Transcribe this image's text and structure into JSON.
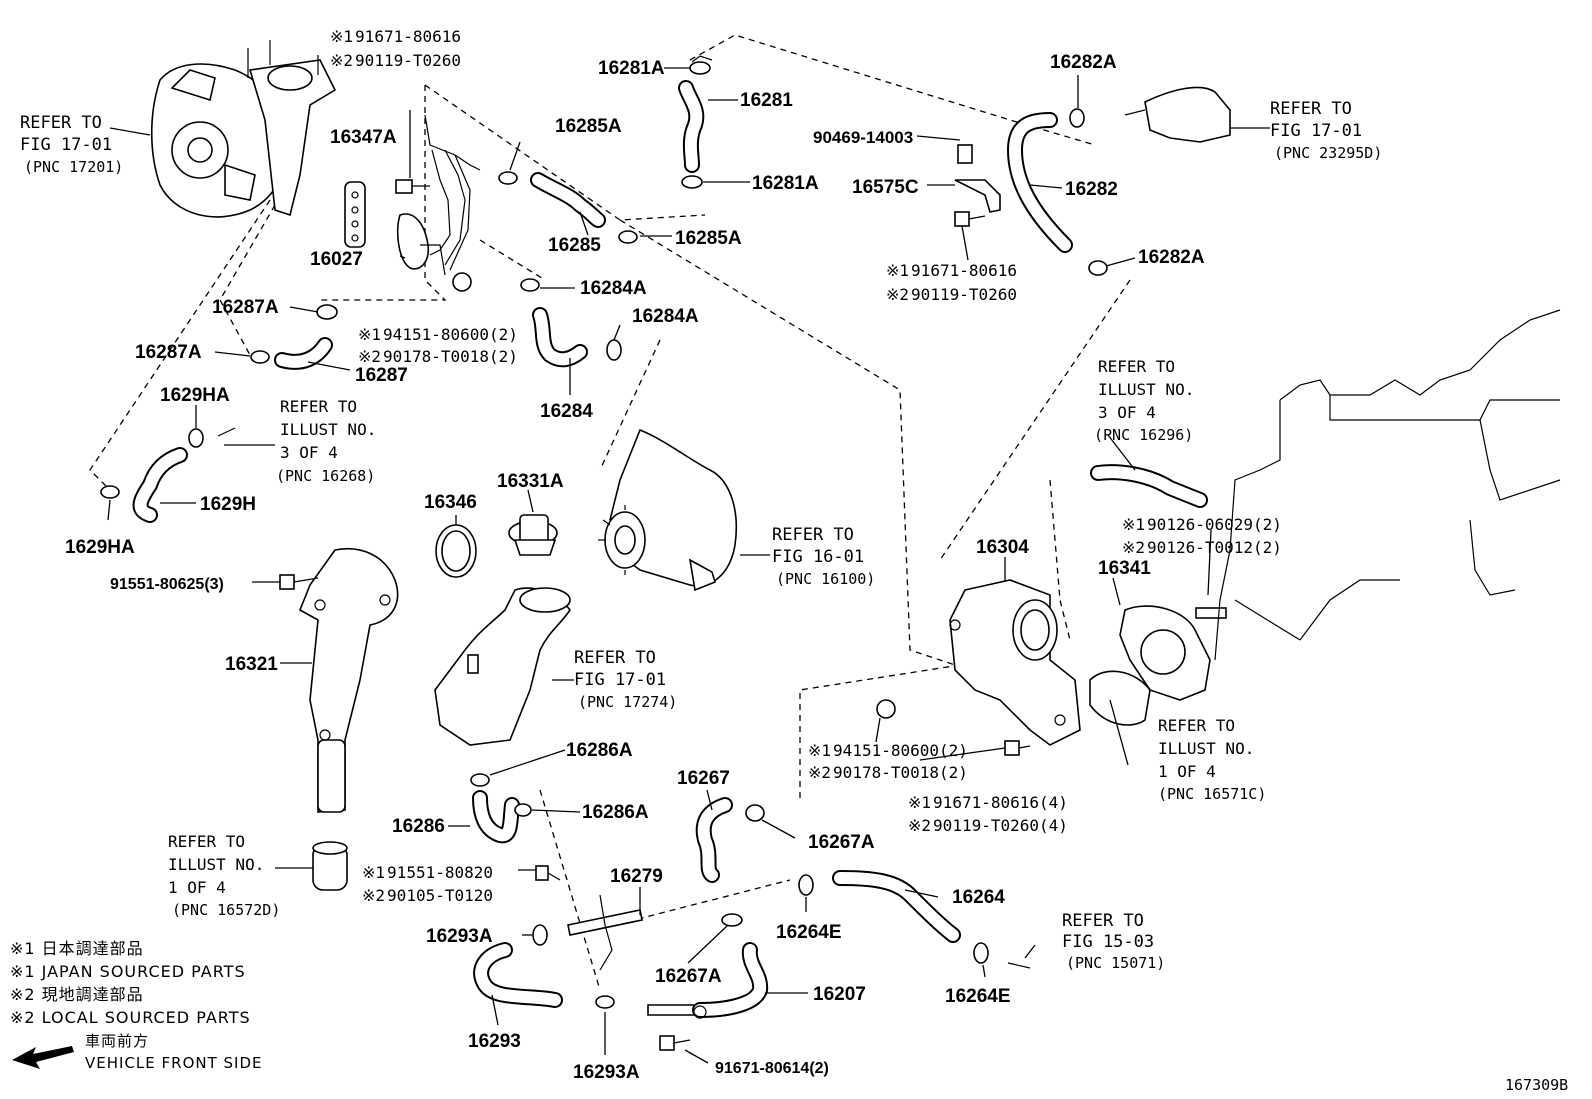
{
  "labels": [
    {
      "id": "p16281A",
      "text": "16281A"
    },
    {
      "id": "p16281",
      "text": "16281"
    },
    {
      "id": "p16281A_2",
      "text": "16281A"
    },
    {
      "id": "p16282A",
      "text": "16282A"
    },
    {
      "id": "p16282A_2",
      "text": "16282A"
    },
    {
      "id": "p16282",
      "text": "16282"
    },
    {
      "id": "p16575C",
      "text": "16575C"
    },
    {
      "id": "p90469",
      "text": "90469-14003"
    },
    {
      "id": "p16347A",
      "text": "16347A"
    },
    {
      "id": "p16285A",
      "text": "16285A"
    },
    {
      "id": "p16285A_2",
      "text": "16285A"
    },
    {
      "id": "p16285",
      "text": "16285"
    },
    {
      "id": "p16027",
      "text": "16027"
    },
    {
      "id": "p16284A",
      "text": "16284A"
    },
    {
      "id": "p16284A_2",
      "text": "16284A"
    },
    {
      "id": "p16284",
      "text": "16284"
    },
    {
      "id": "p16287A",
      "text": "16287A"
    },
    {
      "id": "p16287A_2",
      "text": "16287A"
    },
    {
      "id": "p16287",
      "text": "16287"
    },
    {
      "id": "p1629HA",
      "text": "1629HA"
    },
    {
      "id": "p1629HA_2",
      "text": "1629HA"
    },
    {
      "id": "p1629H",
      "text": "1629H"
    },
    {
      "id": "p16346",
      "text": "16346"
    },
    {
      "id": "p16331A",
      "text": "16331A"
    },
    {
      "id": "p16321",
      "text": "16321"
    },
    {
      "id": "p16304",
      "text": "16304"
    },
    {
      "id": "p16341",
      "text": "16341"
    },
    {
      "id": "p16286A",
      "text": "16286A"
    },
    {
      "id": "p16286A_2",
      "text": "16286A"
    },
    {
      "id": "p16286",
      "text": "16286"
    },
    {
      "id": "p16267",
      "text": "16267"
    },
    {
      "id": "p16267A",
      "text": "16267A"
    },
    {
      "id": "p16267A_2",
      "text": "16267A"
    },
    {
      "id": "p16279",
      "text": "16279"
    },
    {
      "id": "p16264",
      "text": "16264"
    },
    {
      "id": "p16264E",
      "text": "16264E"
    },
    {
      "id": "p16264E_2",
      "text": "16264E"
    },
    {
      "id": "p16207",
      "text": "16207"
    },
    {
      "id": "p16293A",
      "text": "16293A"
    },
    {
      "id": "p16293A_2",
      "text": "16293A"
    },
    {
      "id": "p16293",
      "text": "16293"
    },
    {
      "id": "p91551_80625",
      "text": "91551-80625(3)"
    },
    {
      "id": "p91671_80614",
      "text": "91671-80614(2)"
    }
  ],
  "notes": [
    {
      "id": "n_top_1",
      "mark": "※1",
      "text": "91671-80616"
    },
    {
      "id": "n_top_2",
      "mark": "※2",
      "text": "90119-T0260"
    },
    {
      "id": "n_r_1",
      "mark": "※1",
      "text": "91671-80616"
    },
    {
      "id": "n_r_2",
      "mark": "※2",
      "text": "90119-T0260"
    },
    {
      "id": "n_94_1",
      "mark": "※1",
      "text": "94151-80600(2)"
    },
    {
      "id": "n_94_2",
      "mark": "※2",
      "text": "90178-T0018(2)"
    },
    {
      "id": "n_901_1",
      "mark": "※1",
      "text": "90126-06029(2)"
    },
    {
      "id": "n_901_2",
      "mark": "※2",
      "text": "90126-T0012(2)"
    },
    {
      "id": "n_94b_1",
      "mark": "※1",
      "text": "94151-80600(2)"
    },
    {
      "id": "n_94b_2",
      "mark": "※2",
      "text": "90178-T0018(2)"
    },
    {
      "id": "n_916_1",
      "mark": "※1",
      "text": "91671-80616(4)"
    },
    {
      "id": "n_916_2",
      "mark": "※2",
      "text": "90119-T0260(4)"
    },
    {
      "id": "n_915_1",
      "mark": "※1",
      "text": "91551-80820"
    },
    {
      "id": "n_915_2",
      "mark": "※2",
      "text": "90105-T0120"
    }
  ],
  "refs": [
    {
      "id": "r1",
      "lines": [
        "REFER TO",
        "FIG 17-01",
        "(PNC 17201)"
      ]
    },
    {
      "id": "r2",
      "lines": [
        "REFER TO",
        "FIG 17-01",
        "(PNC 23295D)"
      ]
    },
    {
      "id": "r3",
      "lines": [
        "REFER TO",
        "ILLUST NO.",
        "3 OF 4",
        "(PNC 16268)"
      ]
    },
    {
      "id": "r4",
      "lines": [
        "REFER TO",
        "ILLUST NO.",
        "3 OF 4",
        "(PNC 16296)"
      ]
    },
    {
      "id": "r5",
      "lines": [
        "REFER TO",
        "FIG 16-01",
        "(PNC 16100)"
      ]
    },
    {
      "id": "r6",
      "lines": [
        "REFER TO",
        "FIG 17-01",
        "(PNC 17274)"
      ]
    },
    {
      "id": "r7",
      "lines": [
        "REFER TO",
        "ILLUST NO.",
        "1 OF 4",
        "(PNC 16571C)"
      ]
    },
    {
      "id": "r8",
      "lines": [
        "REFER TO",
        "ILLUST NO.",
        "1 OF 4",
        "(PNC 16572D)"
      ]
    },
    {
      "id": "r9",
      "lines": [
        "REFER TO",
        "FIG 15-03",
        "(PNC 15071)"
      ]
    }
  ],
  "legend": {
    "l1": "※1 日本調達部品",
    "l2": "※1 JAPAN SOURCED PARTS",
    "l3": "※2 現地調達部品",
    "l4": "※2 LOCAL SOURCED PARTS",
    "l5": "車両前方",
    "l6": "VEHICLE FRONT SIDE"
  },
  "figure_id": "167309B"
}
